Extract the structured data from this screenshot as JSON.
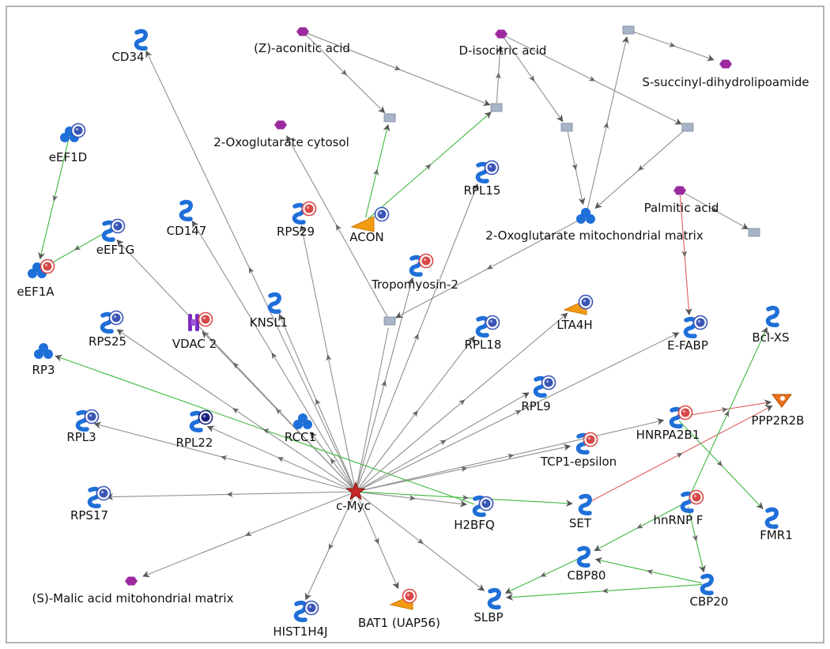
{
  "colors": {
    "frame": "#9a9a9a",
    "edge_gray": "#8f8f8f",
    "edge_green": "#3fb83f",
    "edge_red": "#e05b5b",
    "protein_blue": "#1f6fd8",
    "compound_purple": "#9b2a9f",
    "enzyme_orange": "#f39c12",
    "hub_red": "#c62828",
    "reaction_box": "#a8b4c8",
    "badge_blue": "#3a55b5",
    "badge_red": "#d84848",
    "badge_navy": "#1a237e"
  },
  "nodes": [
    {
      "id": "cmyc",
      "label": "c-Myc",
      "type": "hub",
      "icon": "transcription-factor-star-icon"
    },
    {
      "id": "cd34",
      "label": "CD34",
      "type": "protein",
      "icon": "protein-icon"
    },
    {
      "id": "zacon",
      "label": "(Z)-aconitic acid",
      "type": "compound",
      "icon": "compound-hexagon-icon"
    },
    {
      "id": "disoc",
      "label": "D-isocitric acid",
      "type": "compound",
      "icon": "compound-hexagon-icon"
    },
    {
      "id": "ssucc",
      "label": "S-succinyl-dihydrolipoamide",
      "type": "compound",
      "icon": "compound-hexagon-icon"
    },
    {
      "id": "oxocyt",
      "label": "2-Oxoglutarate cytosol",
      "type": "compound",
      "icon": "compound-hexagon-icon"
    },
    {
      "id": "eef1d",
      "label": "eEF1D",
      "type": "complex",
      "icon": "protein-complex-icon",
      "badge": "blue"
    },
    {
      "id": "eef1g",
      "label": "eEF1G",
      "type": "protein",
      "icon": "protein-icon",
      "badge": "blue"
    },
    {
      "id": "eef1a",
      "label": "eEF1A",
      "type": "complex",
      "icon": "protein-complex-icon",
      "badge": "red"
    },
    {
      "id": "cd147",
      "label": "CD147",
      "type": "protein",
      "icon": "protein-icon"
    },
    {
      "id": "rps29",
      "label": "RPS29",
      "type": "protein",
      "icon": "protein-icon",
      "badge": "red"
    },
    {
      "id": "acon",
      "label": "ACON",
      "type": "enzyme",
      "icon": "enzyme-icon",
      "badge": "blue"
    },
    {
      "id": "rpl15",
      "label": "RPL15",
      "type": "protein",
      "icon": "protein-icon",
      "badge": "blue"
    },
    {
      "id": "oxomit",
      "label": "2-Oxoglutarate mitochondrial matrix",
      "type": "complex",
      "icon": "protein-complex-icon"
    },
    {
      "id": "palm",
      "label": "Palmitic acid",
      "type": "compound",
      "icon": "compound-hexagon-icon"
    },
    {
      "id": "tpm2",
      "label": "Tropomyosin-2",
      "type": "protein",
      "icon": "protein-icon",
      "badge": "red"
    },
    {
      "id": "rps25",
      "label": "RPS25",
      "type": "protein",
      "icon": "protein-icon",
      "badge": "blue"
    },
    {
      "id": "vdac2",
      "label": "VDAC 2",
      "type": "channel",
      "icon": "channel-icon",
      "badge": "red"
    },
    {
      "id": "knsl1",
      "label": "KNSL1",
      "type": "protein",
      "icon": "protein-icon"
    },
    {
      "id": "rpl18",
      "label": "RPL18",
      "type": "protein",
      "icon": "protein-icon",
      "badge": "blue"
    },
    {
      "id": "lta4h",
      "label": "LTA4H",
      "type": "enzyme",
      "icon": "enzyme-icon",
      "badge": "blue"
    },
    {
      "id": "efabp",
      "label": "E-FABP",
      "type": "protein",
      "icon": "protein-icon",
      "badge": "blue"
    },
    {
      "id": "bclxs",
      "label": "Bcl-XS",
      "type": "protein",
      "icon": "protein-icon"
    },
    {
      "id": "rp3",
      "label": "RP3",
      "type": "complex",
      "icon": "protein-complex-icon"
    },
    {
      "id": "rpl9",
      "label": "RPL9",
      "type": "protein",
      "icon": "protein-icon",
      "badge": "blue"
    },
    {
      "id": "rpl3",
      "label": "RPL3",
      "type": "protein",
      "icon": "protein-icon",
      "badge": "blue"
    },
    {
      "id": "rpl22",
      "label": "RPL22",
      "type": "protein",
      "icon": "protein-icon",
      "badge": "navy"
    },
    {
      "id": "rcc1",
      "label": "RCC1",
      "type": "complex",
      "icon": "protein-complex-icon"
    },
    {
      "id": "hnrpa",
      "label": "HNRPA2B1",
      "type": "protein",
      "icon": "protein-icon",
      "badge": "red"
    },
    {
      "id": "pp2r2b",
      "label": "PPP2R2B",
      "type": "phosphatase",
      "icon": "phosphatase-icon"
    },
    {
      "id": "tcp1",
      "label": "TCP1-epsilon",
      "type": "protein",
      "icon": "protein-icon",
      "badge": "red"
    },
    {
      "id": "rps17",
      "label": "RPS17",
      "type": "protein",
      "icon": "protein-icon",
      "badge": "blue"
    },
    {
      "id": "h2bfq",
      "label": "H2BFQ",
      "type": "protein",
      "icon": "protein-icon",
      "badge": "blue"
    },
    {
      "id": "set",
      "label": "SET",
      "type": "protein",
      "icon": "protein-icon"
    },
    {
      "id": "hnrnpf",
      "label": "hnRNP F",
      "type": "protein",
      "icon": "protein-icon",
      "badge": "red"
    },
    {
      "id": "fmr1",
      "label": "FMR1",
      "type": "protein",
      "icon": "protein-icon"
    },
    {
      "id": "cbp80",
      "label": "CBP80",
      "type": "protein",
      "icon": "protein-icon"
    },
    {
      "id": "cbp20",
      "label": "CBP20",
      "type": "protein",
      "icon": "protein-icon"
    },
    {
      "id": "smalic",
      "label": "(S)-Malic acid mitohondrial matrix",
      "type": "compound",
      "icon": "compound-hexagon-icon"
    },
    {
      "id": "hist",
      "label": "HIST1H4J",
      "type": "protein",
      "icon": "protein-icon",
      "badge": "blue"
    },
    {
      "id": "bat1",
      "label": "BAT1 (UAP56)",
      "type": "enzyme",
      "icon": "enzyme-icon",
      "badge": "red"
    },
    {
      "id": "slbp",
      "label": "SLBP",
      "type": "protein",
      "icon": "protein-icon"
    },
    {
      "id": "r1",
      "type": "reaction",
      "icon": "reaction-square-icon"
    },
    {
      "id": "r2",
      "type": "reaction",
      "icon": "reaction-square-icon"
    },
    {
      "id": "r3",
      "type": "reaction",
      "icon": "reaction-square-icon"
    },
    {
      "id": "r4",
      "type": "reaction",
      "icon": "reaction-square-icon"
    },
    {
      "id": "r5",
      "type": "reaction",
      "icon": "reaction-square-icon"
    },
    {
      "id": "r6",
      "type": "reaction",
      "icon": "reaction-square-icon"
    },
    {
      "id": "r7",
      "type": "reaction",
      "icon": "reaction-square-icon"
    }
  ],
  "edges": [
    {
      "from": "cmyc",
      "to": "cd34",
      "kind": "gray"
    },
    {
      "from": "cmyc",
      "to": "cd147",
      "kind": "gray"
    },
    {
      "from": "cmyc",
      "to": "rps29",
      "kind": "gray"
    },
    {
      "from": "cmyc",
      "to": "rpl15",
      "kind": "gray"
    },
    {
      "from": "cmyc",
      "to": "knsl1",
      "kind": "gray"
    },
    {
      "from": "cmyc",
      "to": "tpm2",
      "kind": "gray"
    },
    {
      "from": "cmyc",
      "to": "rps25",
      "kind": "gray"
    },
    {
      "from": "cmyc",
      "to": "vdac2",
      "kind": "gray"
    },
    {
      "from": "cmyc",
      "to": "eef1g",
      "kind": "gray"
    },
    {
      "from": "cmyc",
      "to": "rpl18",
      "kind": "gray"
    },
    {
      "from": "cmyc",
      "to": "lta4h",
      "kind": "gray"
    },
    {
      "from": "cmyc",
      "to": "efabp",
      "kind": "gray"
    },
    {
      "from": "cmyc",
      "to": "rpl9",
      "kind": "gray"
    },
    {
      "from": "cmyc",
      "to": "rpl3",
      "kind": "gray"
    },
    {
      "from": "cmyc",
      "to": "rpl22",
      "kind": "gray"
    },
    {
      "from": "cmyc",
      "to": "rcc1",
      "kind": "gray"
    },
    {
      "from": "cmyc",
      "to": "hnrpa",
      "kind": "gray"
    },
    {
      "from": "cmyc",
      "to": "tcp1",
      "kind": "gray"
    },
    {
      "from": "cmyc",
      "to": "rps17",
      "kind": "gray"
    },
    {
      "from": "cmyc",
      "to": "h2bfq",
      "kind": "gray"
    },
    {
      "from": "cmyc",
      "to": "smalic",
      "kind": "gray"
    },
    {
      "from": "cmyc",
      "to": "hist",
      "kind": "gray"
    },
    {
      "from": "cmyc",
      "to": "bat1",
      "kind": "gray"
    },
    {
      "from": "cmyc",
      "to": "slbp",
      "kind": "gray"
    },
    {
      "from": "cmyc",
      "to": "r2",
      "kind": "gray-plain"
    },
    {
      "from": "cmyc",
      "to": "set",
      "kind": "green"
    },
    {
      "from": "h2bfq",
      "to": "rp3",
      "kind": "green"
    },
    {
      "from": "r2",
      "to": "oxocyt",
      "kind": "gray"
    },
    {
      "from": "oxomit",
      "to": "r2",
      "kind": "gray"
    },
    {
      "from": "zacon",
      "to": "r1",
      "kind": "gray"
    },
    {
      "from": "zacon",
      "to": "r4",
      "kind": "gray"
    },
    {
      "from": "acon",
      "to": "r1",
      "kind": "green"
    },
    {
      "from": "acon",
      "to": "r4",
      "kind": "green"
    },
    {
      "from": "r4",
      "to": "disoc",
      "kind": "gray"
    },
    {
      "from": "disoc",
      "to": "r5",
      "kind": "gray"
    },
    {
      "from": "disoc",
      "to": "r6",
      "kind": "gray"
    },
    {
      "from": "r5",
      "to": "oxomit",
      "kind": "gray"
    },
    {
      "from": "r6",
      "to": "oxomit",
      "kind": "gray"
    },
    {
      "from": "oxomit",
      "to": "r3",
      "kind": "gray"
    },
    {
      "from": "r3",
      "to": "ssucc",
      "kind": "gray"
    },
    {
      "from": "palm",
      "to": "r7",
      "kind": "gray"
    },
    {
      "from": "palm",
      "to": "efabp",
      "kind": "red"
    },
    {
      "from": "eef1d",
      "to": "eef1a",
      "kind": "green"
    },
    {
      "from": "eef1g",
      "to": "eef1a",
      "kind": "green"
    },
    {
      "from": "hnrpa",
      "to": "pp2r2b",
      "kind": "red"
    },
    {
      "from": "set",
      "to": "pp2r2b",
      "kind": "red"
    },
    {
      "from": "hnrpa",
      "to": "fmr1",
      "kind": "green"
    },
    {
      "from": "hnrnpf",
      "to": "bclxs",
      "kind": "green"
    },
    {
      "from": "hnrnpf",
      "to": "cbp80",
      "kind": "green"
    },
    {
      "from": "hnrnpf",
      "to": "cbp20",
      "kind": "green"
    },
    {
      "from": "cbp20",
      "to": "cbp80",
      "kind": "green"
    },
    {
      "from": "cbp20",
      "to": "slbp",
      "kind": "green"
    },
    {
      "from": "cbp80",
      "to": "slbp",
      "kind": "green"
    }
  ]
}
